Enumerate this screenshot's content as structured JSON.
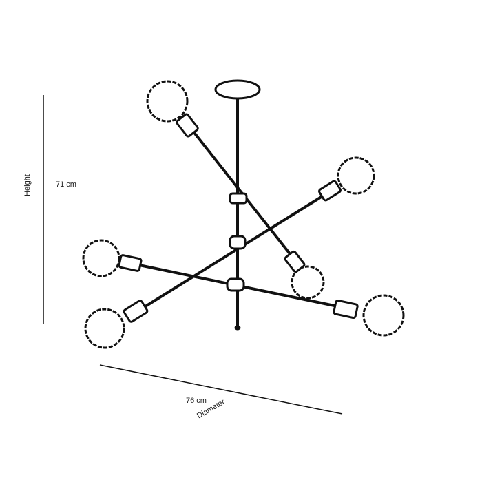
{
  "dimensions": {
    "height_label": "Height",
    "height_value": "71 cm",
    "diameter_label": "Diameter",
    "diameter_value": "76 cm"
  },
  "colors": {
    "line": "#111111",
    "bulb_fill": "#ffffff"
  }
}
